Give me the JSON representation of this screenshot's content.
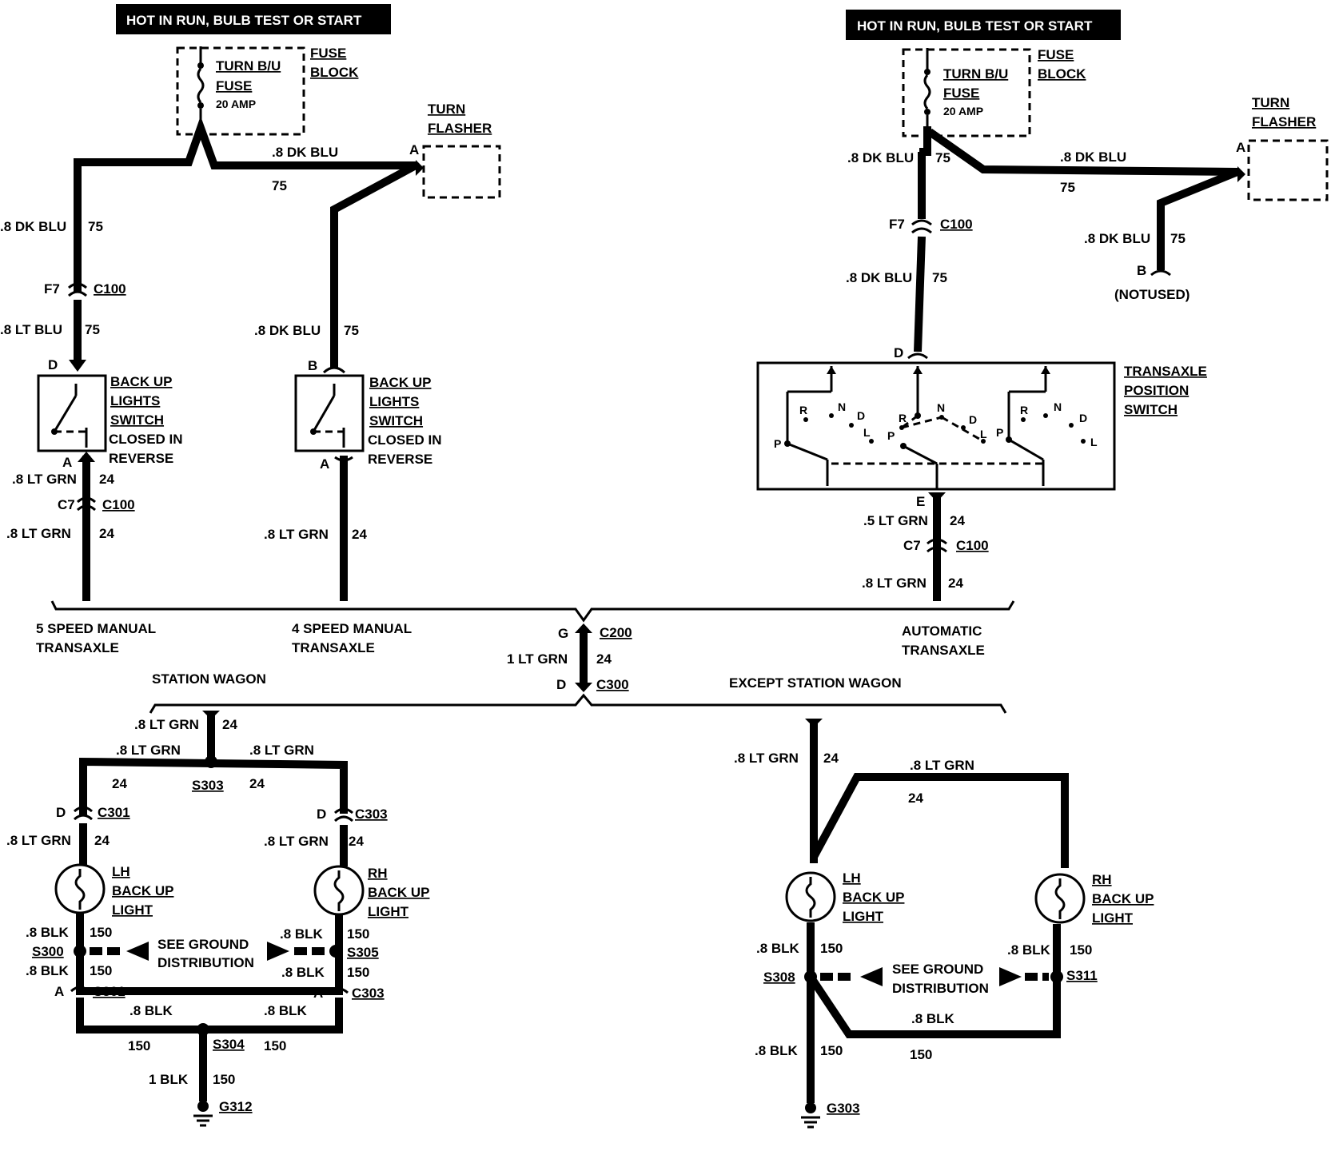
{
  "headers": {
    "left": "HOT IN RUN,  BULB TEST OR START",
    "right": "HOT IN RUN,  BULB TEST OR START"
  },
  "fuse": {
    "name1": "TURN B/U",
    "name2": "FUSE",
    "rating": "20 AMP",
    "block1": "FUSE",
    "block2": "BLOCK"
  },
  "flasher": {
    "line1": "TURN",
    "line2": "FLASHER",
    "pin_a": "A",
    "pin_b": "B",
    "not_used": "(NOTUSED)"
  },
  "wires": {
    "dk_blu": ".8 DK BLU",
    "lt_blu": ".8 LT BLU",
    "lt_grn": ".8 LT GRN",
    "lt_grn5": ".5 LT GRN",
    "lt_grn1": "1 LT GRN",
    "blk": ".8 BLK",
    "blk1": "1 BLK",
    "c75": "75",
    "c24": "24",
    "c150": "150"
  },
  "connectors": {
    "c100": "C100",
    "c200": "C200",
    "c300": "C300",
    "c301": "C301",
    "c303": "C303",
    "f7": "F7",
    "c7": "C7",
    "d": "D",
    "b": "B",
    "a": "A",
    "e": "E",
    "g": "G"
  },
  "switch": {
    "line1": "BACK UP",
    "line2": "LIGHTS",
    "line3": "SWITCH",
    "line4": "CLOSED IN",
    "line5": "REVERSE"
  },
  "transaxle_switch": {
    "line1": "TRANSAXLE",
    "line2": "POSITION",
    "line3": "SWITCH"
  },
  "gears": {
    "p": "P",
    "r": "R",
    "n": "N",
    "d": "D",
    "l": "L"
  },
  "variants": {
    "speed5_1": "5 SPEED MANUAL",
    "speed5_2": "TRANSAXLE",
    "speed4_1": "4 SPEED MANUAL",
    "speed4_2": "TRANSAXLE",
    "auto1": "AUTOMATIC",
    "auto2": "TRANSAXLE",
    "wagon": "STATION WAGON",
    "except_wagon": "EXCEPT STATION WAGON"
  },
  "lights": {
    "lh": "LH",
    "rh": "RH",
    "back_up": "BACK UP",
    "light": "LIGHT"
  },
  "splices": {
    "s303": "S303",
    "s300": "S300",
    "s305": "S305",
    "s304": "S304",
    "s308": "S308",
    "s311": "S311"
  },
  "grounds": {
    "g312": "G312",
    "g303": "G303",
    "see1": "SEE GROUND",
    "see2": "DISTRIBUTION"
  },
  "colors": {
    "wire": "#000000",
    "header_bg": "#000000",
    "header_text": "#ffffff"
  }
}
